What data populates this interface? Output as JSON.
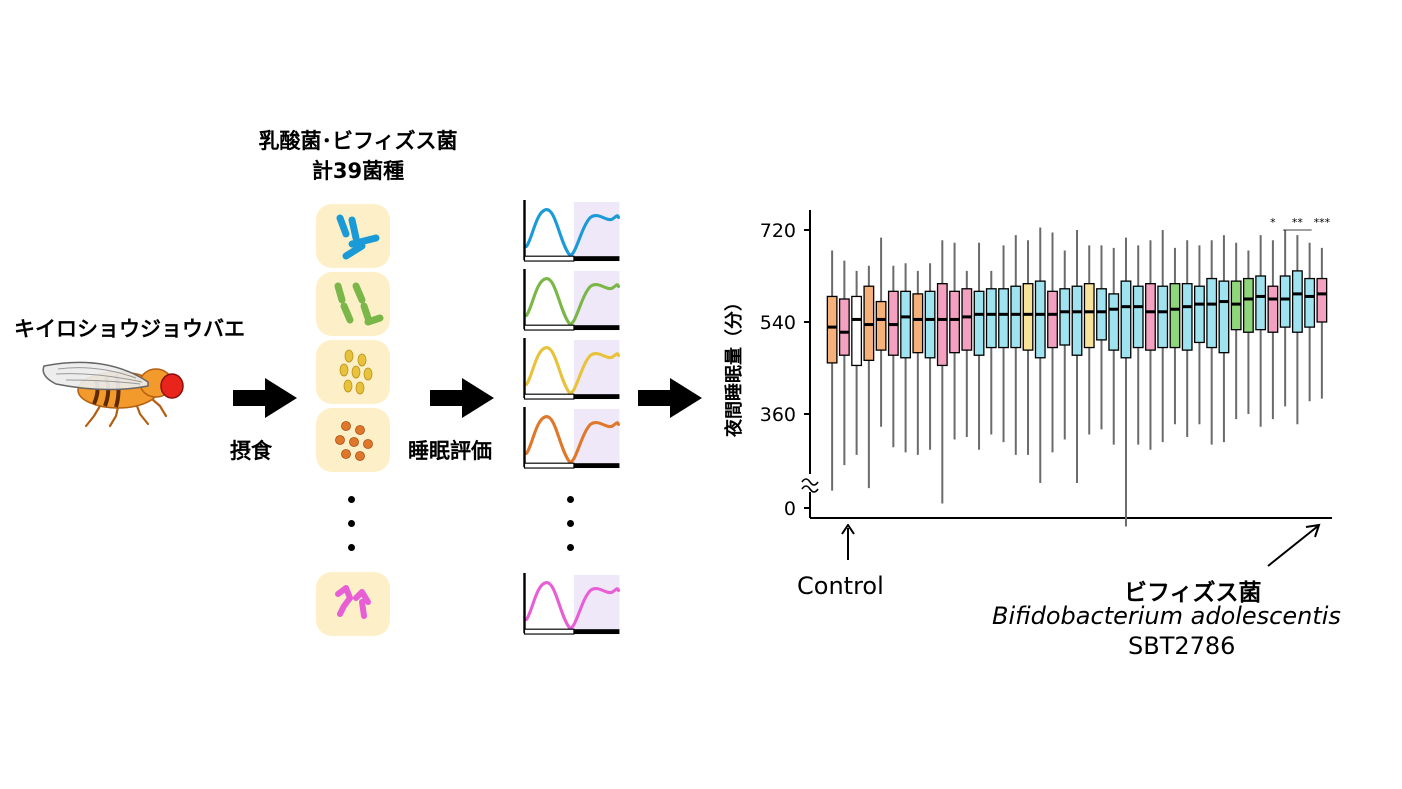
{
  "fly": {
    "label": "キイロショウジョウバエ",
    "icon": "fruit-fly-icon"
  },
  "step1_label": "摂食",
  "bacteria": {
    "title_line1": "乳酸菌･ビフィズス菌",
    "title_line2": "計39菌種",
    "tiles": [
      {
        "icon": "blue-rod-bacteria-icon",
        "color": "#1a9ad6"
      },
      {
        "icon": "green-rod-bacteria-icon",
        "color": "#7ab648"
      },
      {
        "icon": "yellow-coccus-bacteria-icon",
        "color": "#e8c23a"
      },
      {
        "icon": "orange-coccus-bacteria-icon",
        "color": "#e0782b"
      },
      {
        "icon": "pink-branched-bacteria-icon",
        "color": "#e85ed4"
      }
    ]
  },
  "step2_label": "睡眠評価",
  "sleep_plots": [
    {
      "color": "#1a9ad6"
    },
    {
      "color": "#7ab648"
    },
    {
      "color": "#e8c23a"
    },
    {
      "color": "#e0782b"
    },
    {
      "color": "#e85ed4"
    }
  ],
  "chart_data": {
    "type": "box",
    "ylabel": "夜間睡眠量（分）",
    "yticks": [
      "720",
      "540",
      "360",
      "0"
    ],
    "ylim": [
      0,
      750
    ],
    "axis_break": true,
    "significance": [
      "*",
      "**",
      "***"
    ],
    "annotations": {
      "control_label": "Control",
      "bifido_label_jp": "ビフィズス菌",
      "bifido_species": "Bifidobacterium adolescentis",
      "bifido_strain": "SBT2786"
    },
    "category_colors": {
      "orange": "#f6b07a",
      "pink": "#f4a0c0",
      "cyan": "#9ee3ef",
      "yellow": "#f7e39a",
      "green": "#8fd67a",
      "white": "#ffffff"
    },
    "boxes": [
      {
        "color": "orange",
        "q1": 460,
        "median": 530,
        "q3": 590,
        "min": 210,
        "max": 680
      },
      {
        "color": "pink",
        "q1": 475,
        "median": 520,
        "q3": 585,
        "min": 260,
        "max": 660
      },
      {
        "color": "white",
        "q1": 455,
        "median": 545,
        "q3": 590,
        "min": 280,
        "max": 640
      },
      {
        "color": "orange",
        "q1": 465,
        "median": 535,
        "q3": 610,
        "min": 215,
        "max": 650
      },
      {
        "color": "orange",
        "q1": 485,
        "median": 545,
        "q3": 580,
        "min": 335,
        "max": 705
      },
      {
        "color": "pink",
        "q1": 475,
        "median": 535,
        "q3": 600,
        "min": 295,
        "max": 650
      },
      {
        "color": "cyan",
        "q1": 470,
        "median": 550,
        "q3": 600,
        "min": 285,
        "max": 655
      },
      {
        "color": "orange",
        "q1": 480,
        "median": 545,
        "q3": 595,
        "min": 280,
        "max": 640
      },
      {
        "color": "cyan",
        "q1": 470,
        "median": 545,
        "q3": 600,
        "min": 290,
        "max": 655
      },
      {
        "color": "pink",
        "q1": 455,
        "median": 545,
        "q3": 615,
        "min": 185,
        "max": 700
      },
      {
        "color": "pink",
        "q1": 480,
        "median": 545,
        "q3": 600,
        "min": 310,
        "max": 695
      },
      {
        "color": "pink",
        "q1": 485,
        "median": 550,
        "q3": 605,
        "min": 315,
        "max": 640
      },
      {
        "color": "cyan",
        "q1": 475,
        "median": 555,
        "q3": 600,
        "min": 290,
        "max": 695
      },
      {
        "color": "cyan",
        "q1": 490,
        "median": 555,
        "q3": 605,
        "min": 320,
        "max": 640
      },
      {
        "color": "cyan",
        "q1": 490,
        "median": 555,
        "q3": 605,
        "min": 305,
        "max": 690
      },
      {
        "color": "cyan",
        "q1": 490,
        "median": 555,
        "q3": 610,
        "min": 280,
        "max": 710
      },
      {
        "color": "yellow",
        "q1": 485,
        "median": 555,
        "q3": 615,
        "min": 280,
        "max": 700
      },
      {
        "color": "cyan",
        "q1": 470,
        "median": 555,
        "q3": 620,
        "min": 225,
        "max": 725
      },
      {
        "color": "pink",
        "q1": 490,
        "median": 555,
        "q3": 600,
        "min": 285,
        "max": 715
      },
      {
        "color": "cyan",
        "q1": 495,
        "median": 560,
        "q3": 605,
        "min": 310,
        "max": 680
      },
      {
        "color": "cyan",
        "q1": 475,
        "median": 560,
        "q3": 610,
        "min": 225,
        "max": 720
      },
      {
        "color": "yellow",
        "q1": 490,
        "median": 560,
        "q3": 615,
        "min": 320,
        "max": 690
      },
      {
        "color": "cyan",
        "q1": 505,
        "median": 560,
        "q3": 605,
        "min": 330,
        "max": 690
      },
      {
        "color": "cyan",
        "q1": 485,
        "median": 565,
        "q3": 595,
        "min": 300,
        "max": 685
      },
      {
        "color": "cyan",
        "q1": 470,
        "median": 570,
        "q3": 620,
        "min": 140,
        "max": 705
      },
      {
        "color": "cyan",
        "q1": 490,
        "median": 570,
        "q3": 610,
        "min": 300,
        "max": 690
      },
      {
        "color": "pink",
        "q1": 485,
        "median": 560,
        "q3": 615,
        "min": 290,
        "max": 700
      },
      {
        "color": "cyan",
        "q1": 490,
        "median": 560,
        "q3": 610,
        "min": 305,
        "max": 720
      },
      {
        "color": "green",
        "q1": 490,
        "median": 565,
        "q3": 615,
        "min": 340,
        "max": 685
      },
      {
        "color": "cyan",
        "q1": 485,
        "median": 570,
        "q3": 615,
        "min": 315,
        "max": 700
      },
      {
        "color": "cyan",
        "q1": 500,
        "median": 575,
        "q3": 610,
        "min": 340,
        "max": 690
      },
      {
        "color": "cyan",
        "q1": 490,
        "median": 575,
        "q3": 625,
        "min": 300,
        "max": 700
      },
      {
        "color": "cyan",
        "q1": 480,
        "median": 580,
        "q3": 620,
        "min": 305,
        "max": 710
      },
      {
        "color": "green",
        "q1": 525,
        "median": 575,
        "q3": 620,
        "min": 350,
        "max": 695
      },
      {
        "color": "green",
        "q1": 520,
        "median": 585,
        "q3": 625,
        "min": 360,
        "max": 680
      },
      {
        "color": "cyan",
        "q1": 525,
        "median": 590,
        "q3": 630,
        "min": 335,
        "max": 710
      },
      {
        "color": "pink",
        "q1": 520,
        "median": 585,
        "q3": 610,
        "min": 350,
        "max": 700
      },
      {
        "color": "cyan",
        "q1": 530,
        "median": 585,
        "q3": 630,
        "min": 375,
        "max": 720
      },
      {
        "color": "cyan",
        "q1": 520,
        "median": 595,
        "q3": 640,
        "min": 340,
        "max": 710
      },
      {
        "color": "cyan",
        "q1": 530,
        "median": 590,
        "q3": 625,
        "min": 385,
        "max": 695
      },
      {
        "color": "pink",
        "q1": 540,
        "median": 595,
        "q3": 625,
        "min": 390,
        "max": 685
      }
    ]
  }
}
